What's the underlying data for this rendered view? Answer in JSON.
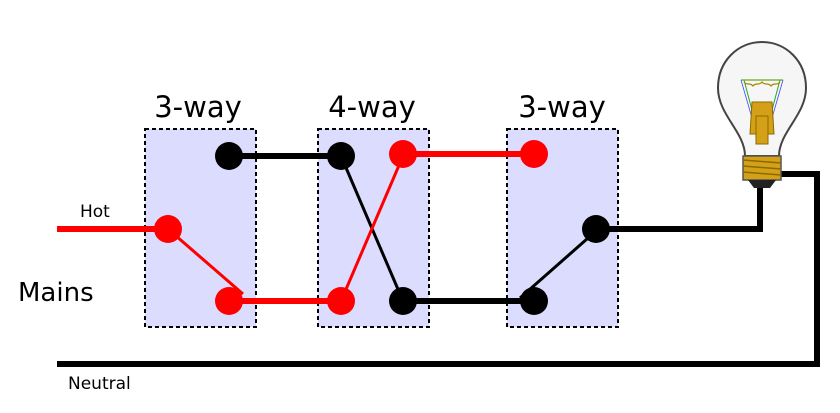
{
  "labels": {
    "switch_left": "3-way",
    "switch_middle": "4-way",
    "switch_right": "3-way",
    "hot": "Hot",
    "mains": "Mains",
    "neutral": "Neutral"
  },
  "colors": {
    "hot_wire": "#ff0000",
    "neutral_wire": "#000000",
    "switch_box_fill": "#dcdcff",
    "switch_box_border": "#000000",
    "bulb_base": "#d4a017"
  },
  "icons": {
    "lamp": "light-bulb-icon"
  }
}
